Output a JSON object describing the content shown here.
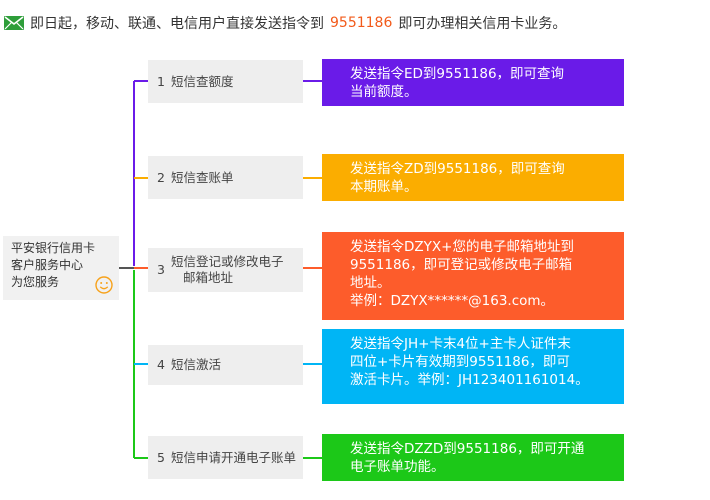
{
  "header": {
    "prefix": "即日起，移动、联通、电信用户直接发送指令到",
    "number": "9551186",
    "suffix": "即可办理相关信用卡业务。"
  },
  "root": {
    "line1": "平安银行信用卡",
    "line2": "客户服务中心",
    "line3": "为您服务"
  },
  "items": [
    {
      "index": "1",
      "label": "短信查额度",
      "color": "#6a1be8",
      "info": [
        "发送指令ED到9551186，即可查询",
        "当前额度。"
      ]
    },
    {
      "index": "2",
      "label": "短信查账单",
      "color": "#fbad00",
      "info": [
        "发送指令ZD到9551186，即可查询",
        "本期账单。"
      ]
    },
    {
      "index": "3",
      "label_line1": "短信登记或修改电子",
      "label_line2": "邮箱地址",
      "color": "#fd5c2b",
      "info": [
        "发送指令DZYX+您的电子邮箱地址到",
        "9551186，即可登记或修改电子邮箱",
        "地址。",
        "举例：DZYX******@163.com。"
      ]
    },
    {
      "index": "4",
      "label": "短信激活",
      "color": "#00b5f5",
      "info": [
        "发送指令JH+卡末4位+主卡人证件末",
        "四位+卡片有效期到9551186，即可",
        "激活卡片。举例：JH123401161014。"
      ]
    },
    {
      "index": "5",
      "label": "短信申请开通电子账单",
      "color": "#1cc818",
      "info": [
        "发送指令DZZD到9551186，即可开通",
        "电子账单功能。"
      ]
    }
  ]
}
